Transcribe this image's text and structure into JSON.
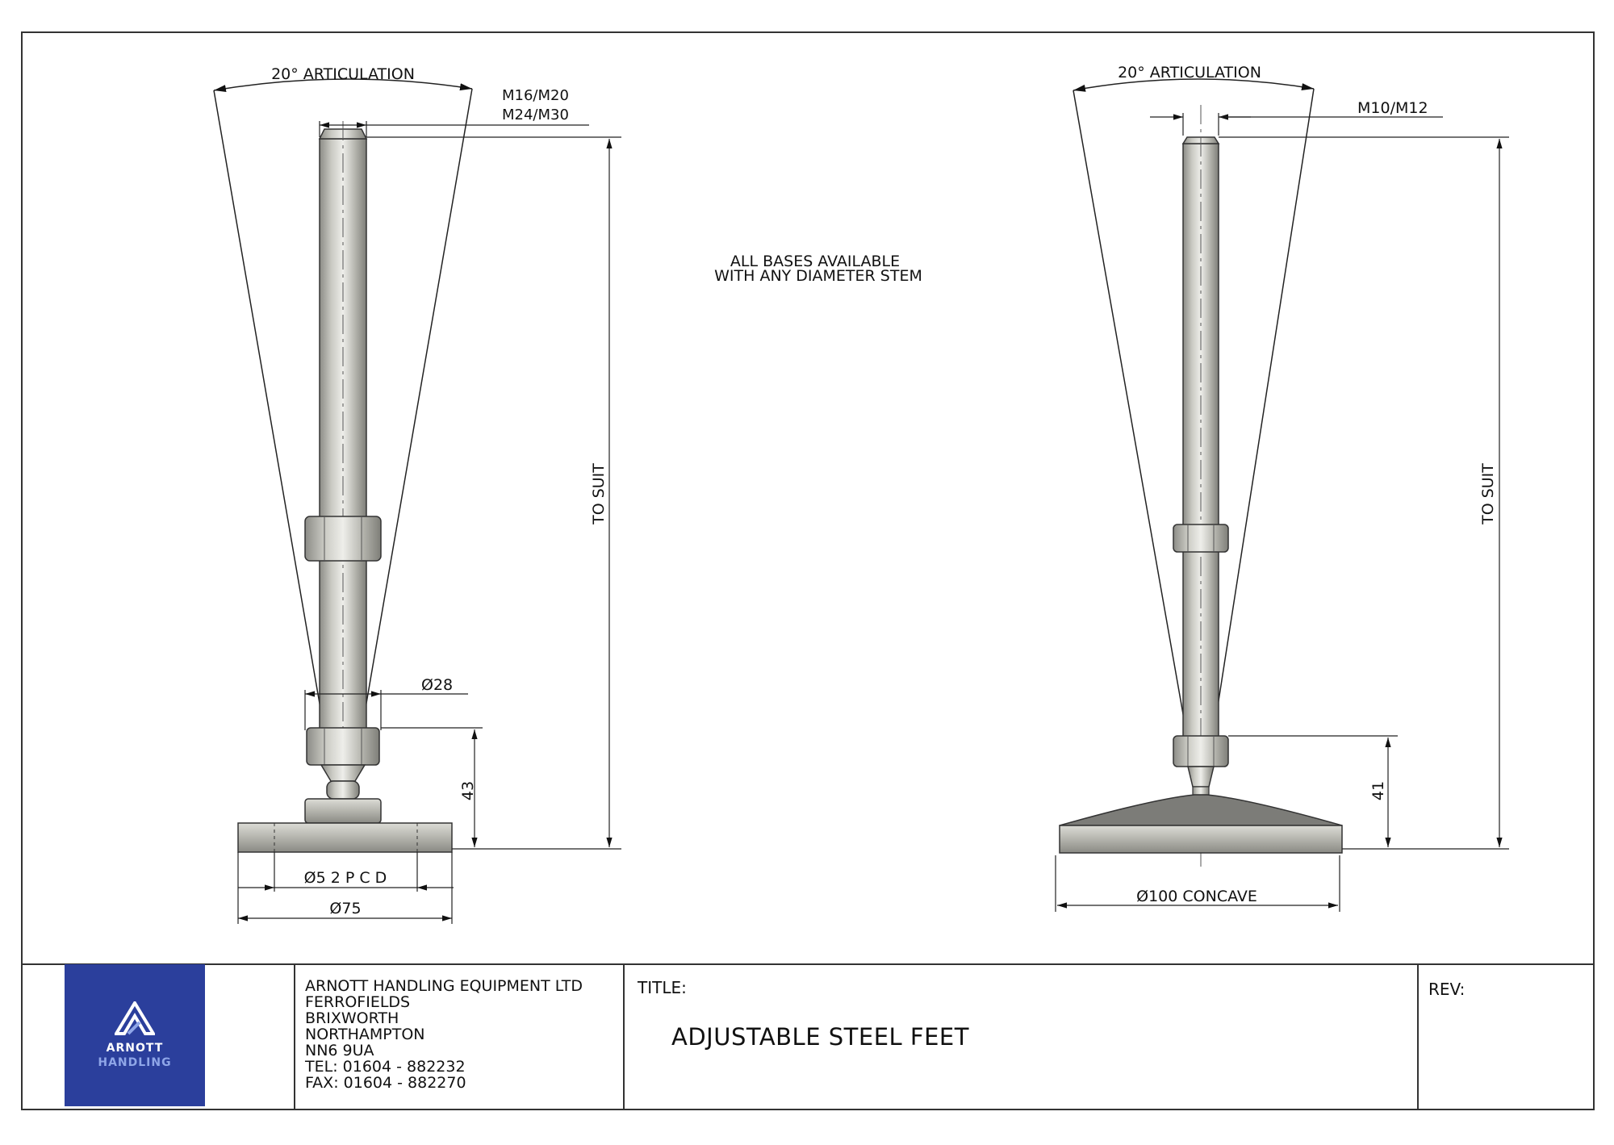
{
  "note": {
    "line1": "ALL BASES AVAILABLE",
    "line2": "WITH ANY DIAMETER STEM"
  },
  "left_foot": {
    "articulation": "20° ARTICULATION",
    "thread_line1": "M16/M20",
    "thread_line2": "M24/M30",
    "height_label": "TO SUIT",
    "nut_dia": "Ø28",
    "base_height": "43",
    "pcd": "Ø5 2 P C D",
    "base_dia": "Ø75"
  },
  "right_foot": {
    "articulation": "20° ARTICULATION",
    "thread": "M10/M12",
    "height_label": "TO SUIT",
    "base_height": "41",
    "base_dia": "Ø100 CONCAVE"
  },
  "title_block": {
    "company_lines": [
      "ARNOTT HANDLING EQUIPMENT LTD",
      "FERROFIELDS",
      "BRIXWORTH",
      "NORTHAMPTON",
      "NN6 9UA",
      "TEL: 01604 - 882232",
      "FAX: 01604 - 882270"
    ],
    "title_label": "TITLE:",
    "title": "ADJUSTABLE STEEL FEET",
    "rev_label": "REV:",
    "logo_word1": "ARNOTT",
    "logo_word2": "HANDLING",
    "logo_color": "#2b3f9c"
  }
}
